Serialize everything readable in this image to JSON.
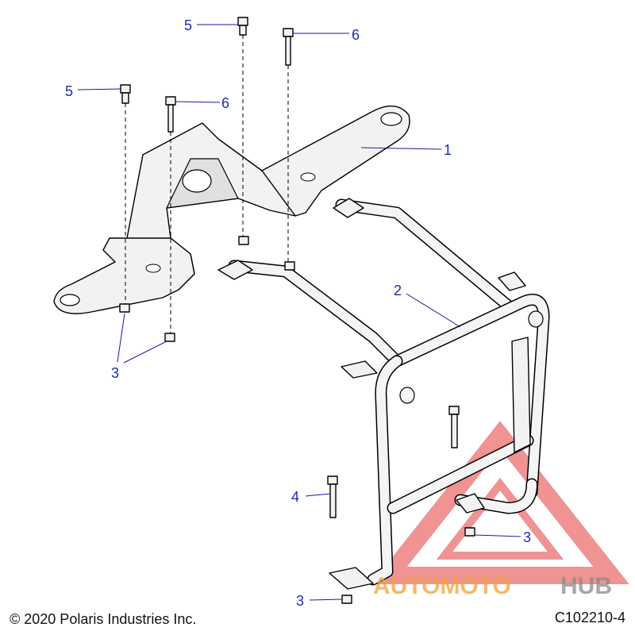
{
  "callouts": {
    "c1": "1",
    "c2": "2",
    "c3a": "3",
    "c3b": "3",
    "c3c": "3",
    "c4": "4",
    "c5a": "5",
    "c5b": "5",
    "c6a": "6",
    "c6b": "6"
  },
  "footer": {
    "copyright": "© 2020 Polaris Industries Inc.",
    "figure_id": "C102210-4"
  },
  "watermark": {
    "part1": "AUTOMOTO",
    "part2": "HUB",
    "color_red": "#e23b3b",
    "color_orange": "#f2a23a",
    "color_gray": "#8a8a8a"
  },
  "colors": {
    "callout": "#1e2ab0",
    "line": "#000000"
  }
}
